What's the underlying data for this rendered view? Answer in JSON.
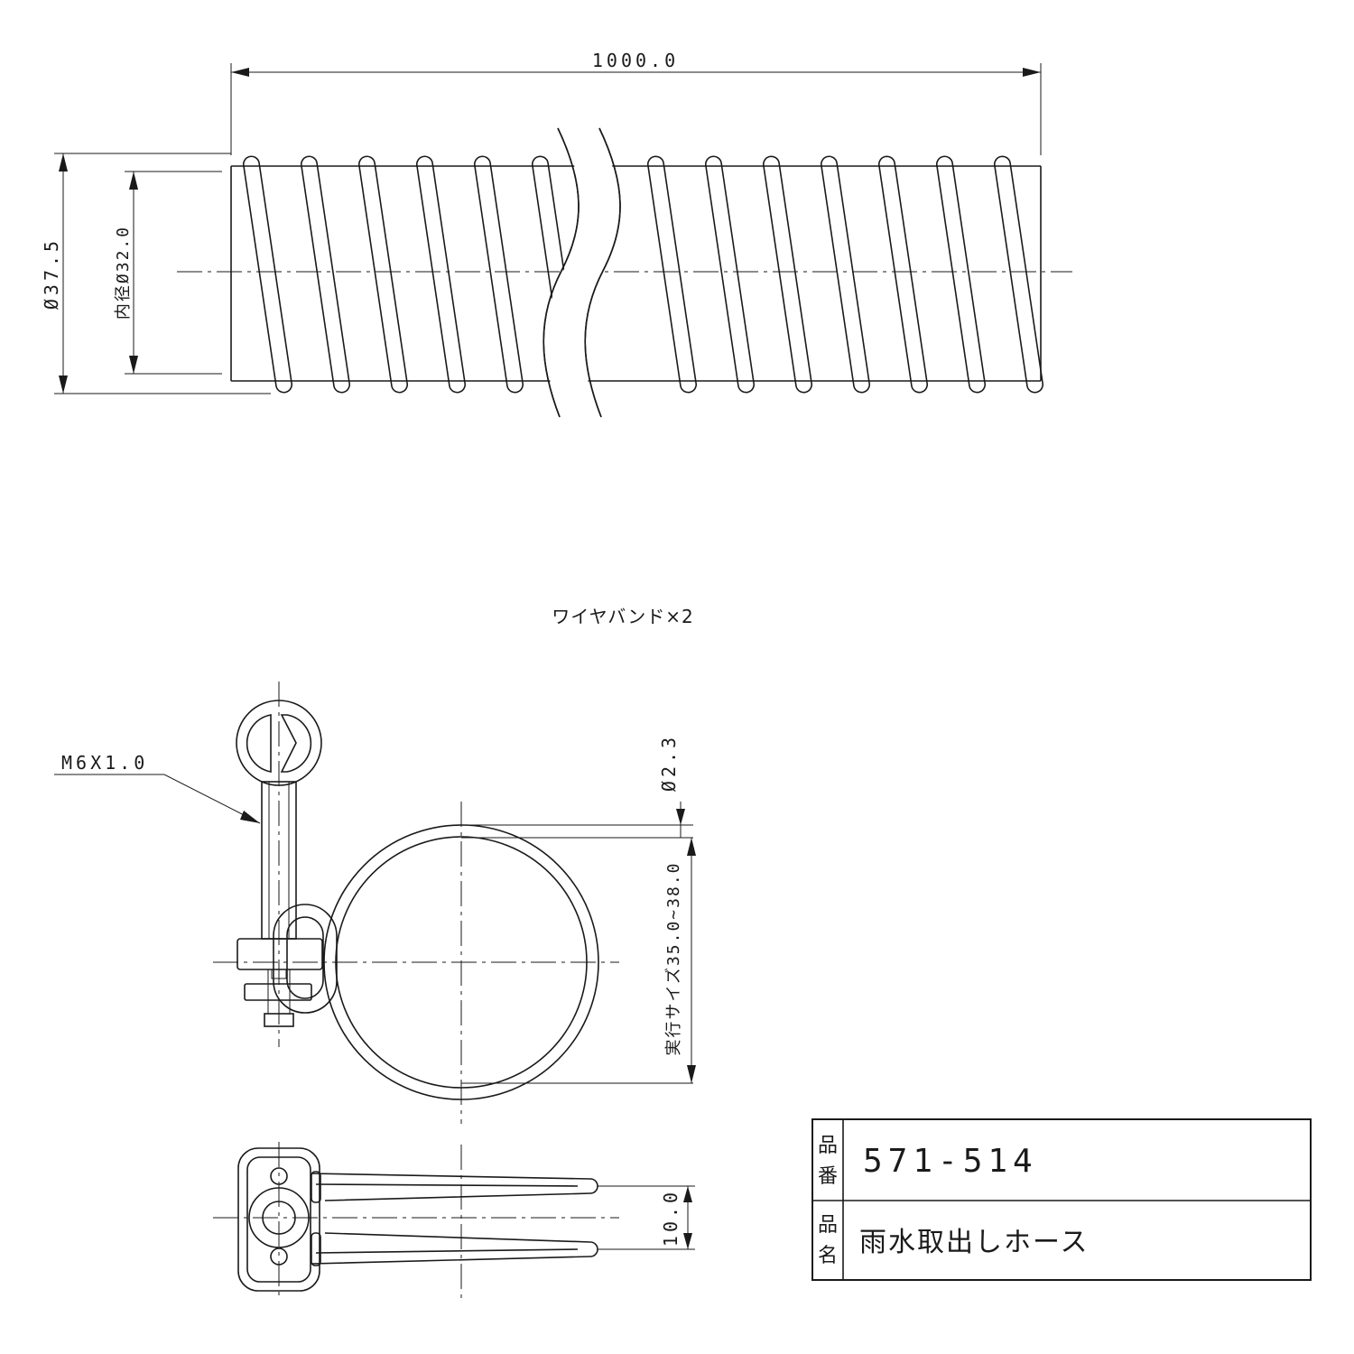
{
  "hose": {
    "length_dim": "1000.0",
    "outer_dim": "Ø37.5",
    "inner_dim": "内径Ø32.0"
  },
  "band": {
    "title": "ワイヤバンド×2",
    "thread_label": "M6X1.0",
    "wire_dim": "Ø2.3",
    "size_dim": "実行サイズ35.0~38.0",
    "width_dim": "10.0"
  },
  "title_block": {
    "part_no_header": [
      "品",
      "番"
    ],
    "part_no": "571-514",
    "part_name_header": [
      "品",
      "名"
    ],
    "part_name": "雨水取出しホース"
  }
}
